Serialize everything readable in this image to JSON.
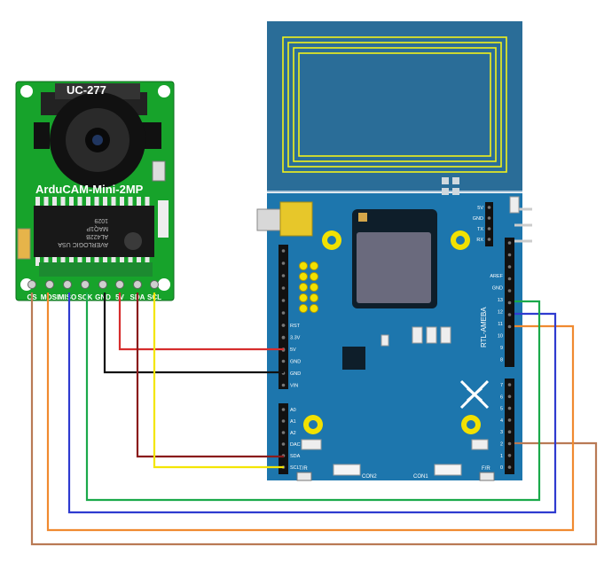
{
  "camera": {
    "model_label": "UC-277",
    "name_label": "ArduCAM-Mini-2MP",
    "chip_text": [
      "AVERLOGIC USA",
      "AL422B",
      "MAQ1P",
      "1029"
    ],
    "pin_labels": [
      "CS",
      "MOSI",
      "MISO",
      "SCK",
      "GND",
      "5V",
      "SDA",
      "SCL"
    ]
  },
  "board": {
    "name_label": "RTL-AMEBA",
    "left_power_pins": [
      "RST",
      "3.3V",
      "5V",
      "GND",
      "GND",
      "VIN"
    ],
    "left_analog_pins": [
      "A0",
      "A1",
      "A2",
      "DAC",
      "SDA",
      "SCL"
    ],
    "right_upper_pins": [
      "AREF",
      "GND",
      "13",
      "12",
      "11",
      "10",
      "9",
      "8"
    ],
    "right_lower_pins": [
      "7",
      "6",
      "5",
      "4",
      "3",
      "2",
      "1",
      "0"
    ],
    "uart_labels": [
      "5V",
      "GND",
      "TX",
      "RX"
    ],
    "header_labels": [
      "CON2",
      "CON1"
    ],
    "button_labels": [
      "T/R",
      "F/R"
    ]
  },
  "wire_colors": {
    "red": "#d62d2d",
    "black": "#111111",
    "darkred": "#8a1b1b",
    "yellow": "#f3e600",
    "green": "#1aa94a",
    "blue": "#2f3bd0",
    "orange": "#f08a30",
    "brown": "#b97a55"
  }
}
